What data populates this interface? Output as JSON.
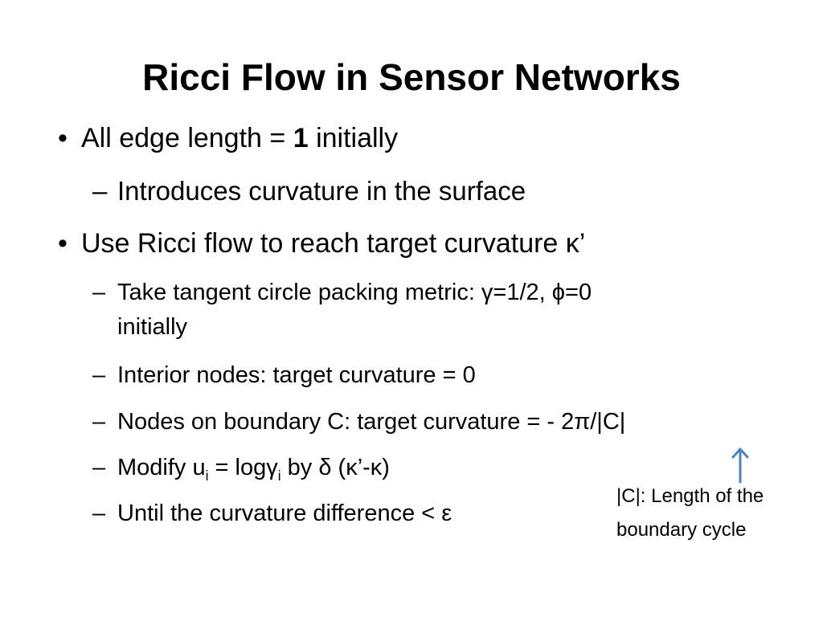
{
  "slide": {
    "title": "Ricci Flow in Sensor Networks",
    "bullet_glyph": "•",
    "dash_glyph": "–",
    "b1": {
      "pre": "All edge length = ",
      "bold": "1",
      "post": " initially"
    },
    "b1_sub1": "Introduces curvature in the surface",
    "b2": "Use Ricci flow to reach target curvature κ’",
    "b2_sub1_line1": "Take tangent circle packing metric: γ=1/2, ϕ=0",
    "b2_sub1_line2": "initially",
    "b2_sub2": "Interior nodes: target curvature = 0",
    "b2_sub3": "Nodes on boundary C: target curvature = - 2π/|C|",
    "b2_sub4": {
      "p1": "Modify u",
      "sub1": "i",
      "p2": " = logγ",
      "sub2": "i",
      "p3": " by δ (κ’-κ)"
    },
    "b2_sub5": "Until the curvature difference < ε",
    "annotation": {
      "line1": "|C|: Length of the",
      "line2": "boundary cycle",
      "arrow_icon": "up-arrow-icon",
      "arrow_color": "#4F81BD"
    }
  }
}
